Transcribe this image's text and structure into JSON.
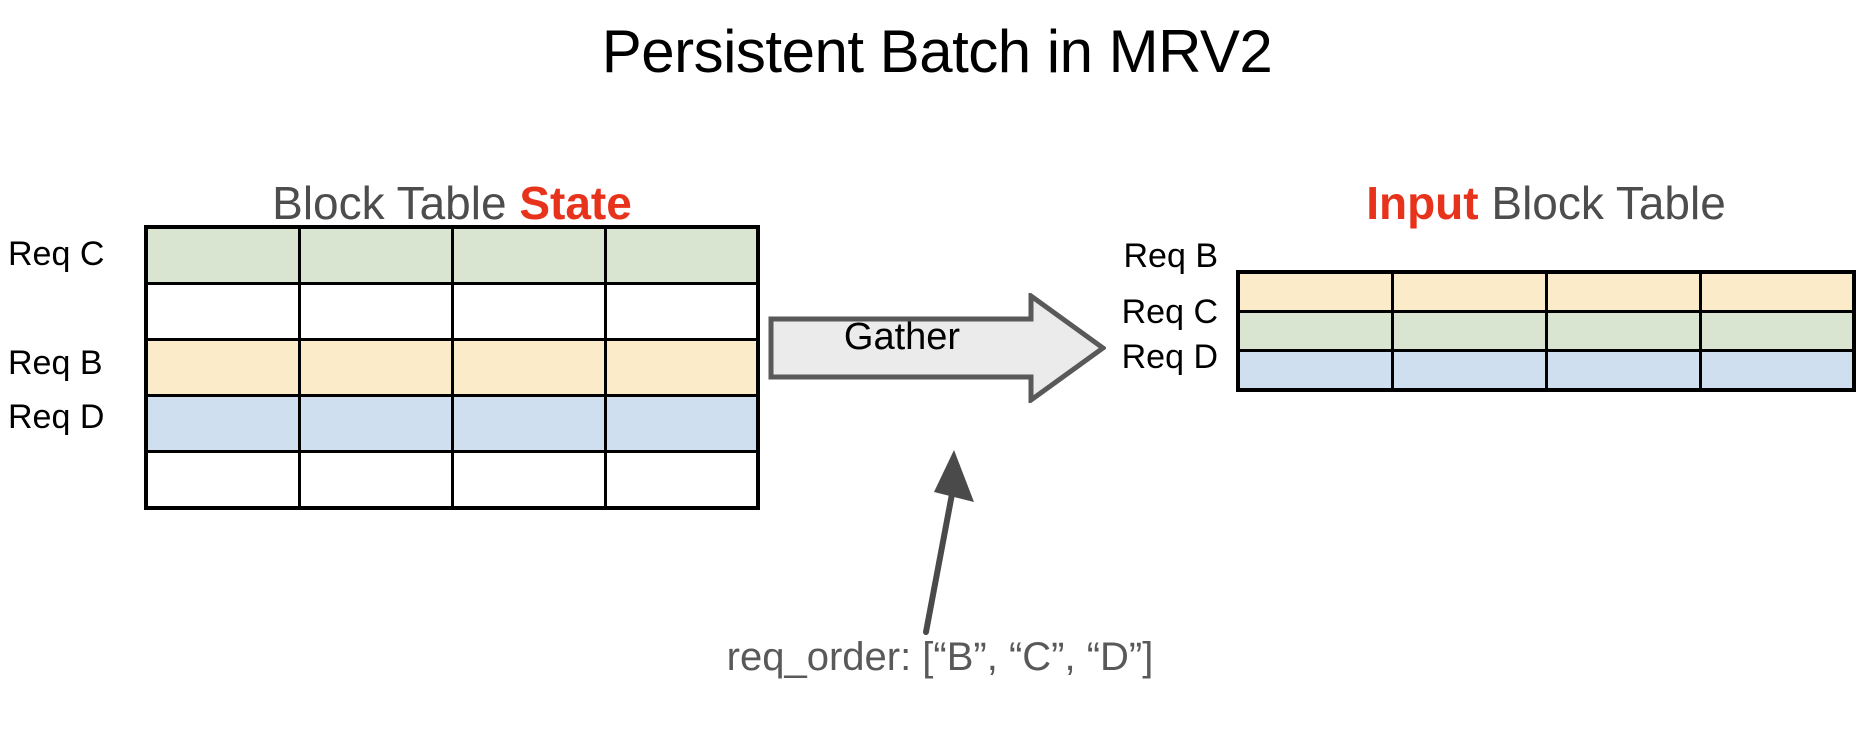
{
  "title": "Persistent Batch in MRV2",
  "colors": {
    "accent_red": "#e8331c",
    "heading_gray": "#4d4d4d",
    "annotation_gray": "#595959",
    "cell_green": "#d9e5d0",
    "cell_yellow": "#fbebc8",
    "cell_blue": "#d0dfef",
    "cell_empty": "#ffffff",
    "grid_black": "#000000",
    "arrow_fill": "#ebebeb",
    "arrow_stroke": "#595959"
  },
  "left_panel": {
    "heading": {
      "prefix": "Block Table ",
      "accent": "State"
    },
    "columns": 4,
    "rows": [
      {
        "label": "Req C",
        "fill": "green",
        "cells": [
          "",
          "",
          "",
          ""
        ]
      },
      {
        "label": "",
        "fill": "empty",
        "cells": [
          "",
          "",
          "",
          ""
        ]
      },
      {
        "label": "Req B",
        "fill": "yellow",
        "cells": [
          "",
          "",
          "",
          ""
        ]
      },
      {
        "label": "Req D",
        "fill": "blue",
        "cells": [
          "",
          "",
          "",
          ""
        ]
      },
      {
        "label": "",
        "fill": "empty",
        "cells": [
          "",
          "",
          "",
          ""
        ]
      }
    ]
  },
  "right_panel": {
    "heading": {
      "accent": "Input",
      "suffix": " Block Table"
    },
    "columns": 4,
    "rows": [
      {
        "label": "Req B",
        "fill": "yellow",
        "cells": [
          "",
          "",
          "",
          ""
        ]
      },
      {
        "label": "Req C",
        "fill": "green",
        "cells": [
          "",
          "",
          "",
          ""
        ]
      },
      {
        "label": "Req D",
        "fill": "blue",
        "cells": [
          "",
          "",
          "",
          ""
        ]
      }
    ]
  },
  "gather": {
    "label": "Gather",
    "icon": "right-arrow-icon"
  },
  "annotation": {
    "text": "req_order: [“B”, “C”, “D”]",
    "pointer_icon": "up-arrow-icon"
  }
}
